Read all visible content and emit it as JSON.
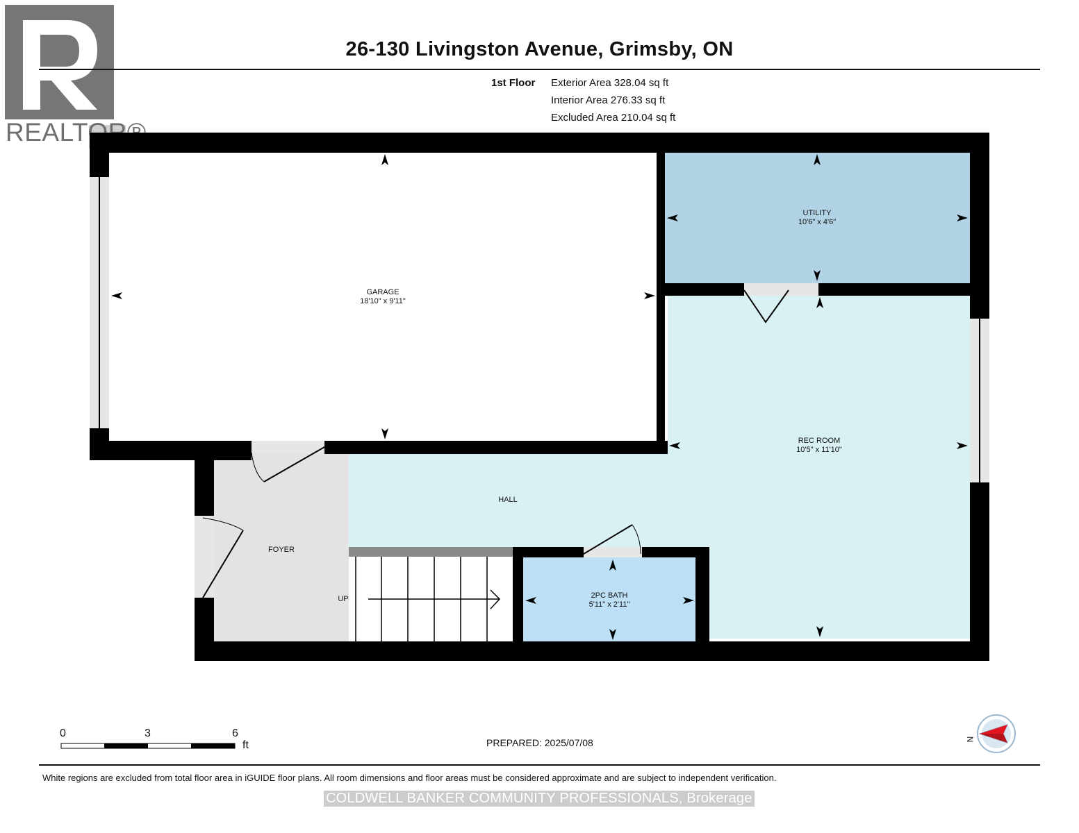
{
  "title": "26-130 Livingston Avenue, Grimsby, ON",
  "floor_label": "1st Floor",
  "areas": {
    "exterior": "Exterior Area 328.04 sq ft",
    "interior": "Interior Area 276.33 sq ft",
    "excluded": "Excluded Area 210.04 sq ft"
  },
  "rooms": {
    "garage": {
      "name": "GARAGE",
      "dims": "18'10\" x 9'11\""
    },
    "utility": {
      "name": "UTILITY",
      "dims": "10'6\" x 4'6\""
    },
    "rec_room": {
      "name": "REC ROOM",
      "dims": "10'5\" x 11'10\""
    },
    "hall": {
      "name": "HALL"
    },
    "foyer": {
      "name": "FOYER"
    },
    "stairs": {
      "label": "UP"
    },
    "bath": {
      "name": "2PC BATH",
      "dims": "5'11\" x 2'11\""
    }
  },
  "scale": {
    "ticks": [
      "0",
      "3",
      "6"
    ],
    "unit": "ft"
  },
  "compass": {
    "label": "N",
    "icon": "compass-icon"
  },
  "prepared": "PREPARED: 2025/07/08",
  "disclaimer": "White regions are excluded from total floor area in iGUIDE floor plans. All room dimensions and floor areas must be considered approximate and are subject to independent verification.",
  "watermark": "COLDWELL BANKER COMMUNITY PROFESSIONALS, Brokerage",
  "logo": {
    "text": "REALTOR®",
    "icon": "realtor-logo-icon"
  },
  "colors": {
    "utility": "#b2d3e6",
    "rec_hall": "#d9f1f2",
    "bath": "#bde0f6",
    "foyer": "#e3e3e3",
    "wall": "#000000"
  }
}
